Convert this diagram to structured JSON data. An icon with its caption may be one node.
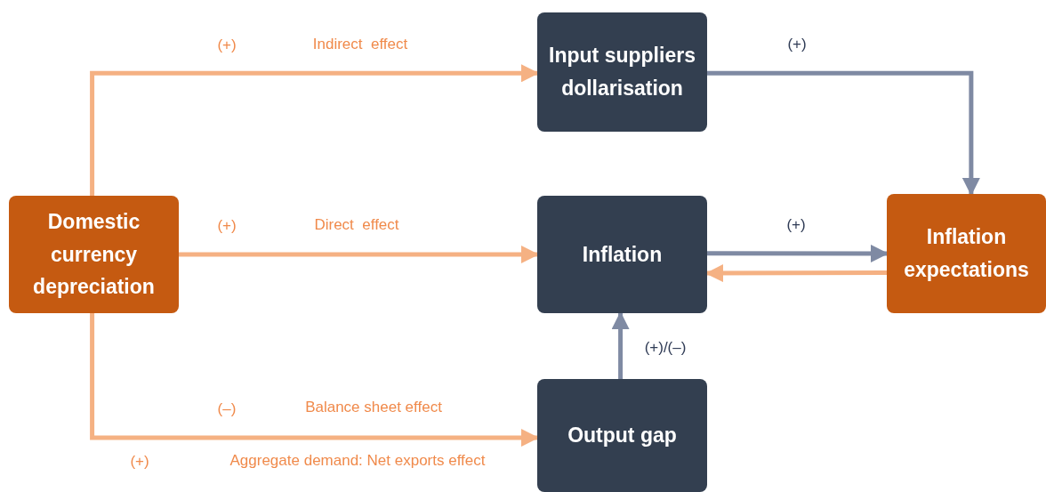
{
  "diagram": {
    "nodes": [
      {
        "text": [
          "Domestic currency depreciation"
        ]
      },
      {
        "text": [
          "Input suppliers dollarisation"
        ]
      },
      {
        "text": [
          "Inflation"
        ]
      },
      {
        "text": [
          "Inflation expectations"
        ]
      },
      {
        "text": [
          "Output gap"
        ]
      }
    ],
    "edges": [
      {
        "from": 0,
        "to": 1,
        "arrow": "to",
        "label": "Indirect  effect"
      },
      {
        "from": 0,
        "to": 2,
        "arrow": "to",
        "label": "Direct  effect"
      },
      {
        "from": 0,
        "to": 4,
        "arrow": "to",
        "label": "Balance sheet effect"
      },
      {
        "from": 1,
        "to": 3,
        "arrow": "to",
        "label": "(+)",
        "color": "#7f8aa3"
      },
      {
        "from": 2,
        "to": 3,
        "arrow": "to",
        "label": "(+)",
        "color": "#7f8aa3"
      },
      {
        "from": 3,
        "to": 2,
        "arrow": "to"
      },
      {
        "from": 4,
        "to": 2,
        "arrow": "to",
        "label": "(+)/(–)",
        "color": "#7f8aa3"
      }
    ],
    "labels": [
      "(+)",
      "(+)",
      "(–)",
      "(+)",
      "Aggregate demand: Net exports effect"
    ]
  }
}
